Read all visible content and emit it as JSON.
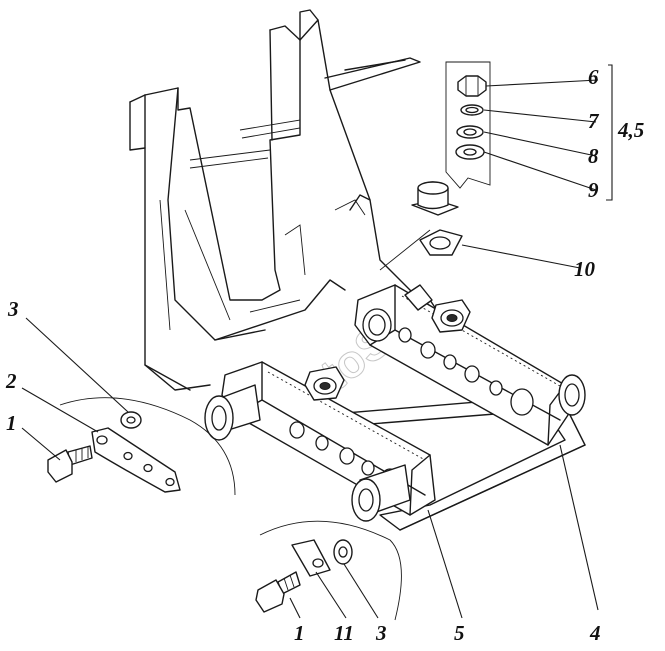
{
  "watermark": "AutoSoft",
  "callouts": {
    "bolt_left": "1",
    "plate_left": "2",
    "washer_left": "3",
    "frame_right": "4",
    "group_4_5": "4,5",
    "frame_left": "5",
    "nut": "6",
    "spring_washer": "7",
    "flat_washer": "8",
    "washer_lower": "9",
    "gasket": "10",
    "bolt_bottom": "1",
    "plate_bottom": "11",
    "washer_bottom": "3"
  }
}
